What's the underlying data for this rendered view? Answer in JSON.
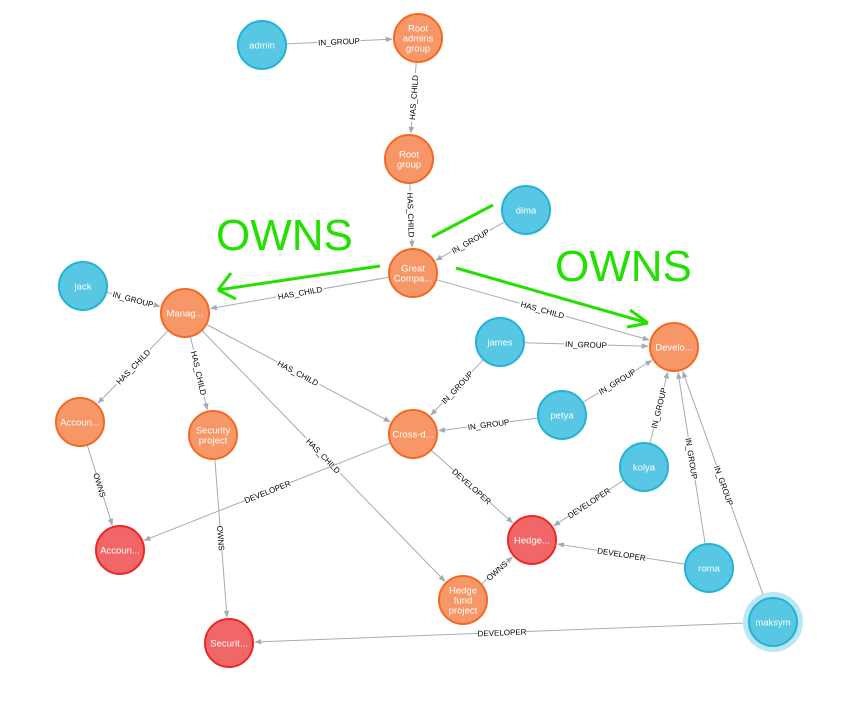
{
  "colors": {
    "person": "#57c7e3",
    "person_stroke": "#23b3d7",
    "group": "#f79767",
    "group_stroke": "#f36924",
    "resource": "#f16667",
    "resource_stroke": "#eb2728",
    "edge": "#a5abb6",
    "annotation": "#22e000",
    "selection_halo": "#bde6f3"
  },
  "nodes": [
    {
      "id": "admin",
      "label": [
        "admin"
      ],
      "kind": "person"
    },
    {
      "id": "root_admins",
      "label": [
        "Root",
        "admins",
        "group"
      ],
      "kind": "group"
    },
    {
      "id": "root_group",
      "label": [
        "Root",
        "group"
      ],
      "kind": "group"
    },
    {
      "id": "dima",
      "label": [
        "dima"
      ],
      "kind": "person"
    },
    {
      "id": "great_company",
      "label": [
        "Great",
        "Compa..."
      ],
      "kind": "group"
    },
    {
      "id": "jack",
      "label": [
        "jack"
      ],
      "kind": "person"
    },
    {
      "id": "manag",
      "label": [
        "Manag..."
      ],
      "kind": "group"
    },
    {
      "id": "develo",
      "label": [
        "Develo..."
      ],
      "kind": "group"
    },
    {
      "id": "james",
      "label": [
        "james"
      ],
      "kind": "person"
    },
    {
      "id": "petya",
      "label": [
        "petya"
      ],
      "kind": "person"
    },
    {
      "id": "accoun_group",
      "label": [
        "Accoun..."
      ],
      "kind": "group"
    },
    {
      "id": "security_project",
      "label": [
        "Security",
        "project"
      ],
      "kind": "group"
    },
    {
      "id": "cross_d",
      "label": [
        "Cross-d..."
      ],
      "kind": "group"
    },
    {
      "id": "kolya",
      "label": [
        "kolya"
      ],
      "kind": "person"
    },
    {
      "id": "accoun_res",
      "label": [
        "Accoun..."
      ],
      "kind": "resource"
    },
    {
      "id": "hedge_res",
      "label": [
        "Hedge..."
      ],
      "kind": "resource"
    },
    {
      "id": "roma",
      "label": [
        "roma"
      ],
      "kind": "person"
    },
    {
      "id": "hedge_fund_project",
      "label": [
        "Hedge",
        "fund",
        "project"
      ],
      "kind": "group"
    },
    {
      "id": "securit_res",
      "label": [
        "Securit..."
      ],
      "kind": "resource"
    },
    {
      "id": "maksym",
      "label": [
        "maksym"
      ],
      "kind": "person",
      "selected": true
    }
  ],
  "edges": [
    {
      "from": "admin",
      "to": "root_admins",
      "label": "IN_GROUP"
    },
    {
      "from": "root_admins",
      "to": "root_group",
      "label": "HAS_CHILD"
    },
    {
      "from": "root_group",
      "to": "great_company",
      "label": "HAS_CHILD"
    },
    {
      "from": "dima",
      "to": "great_company",
      "label": "IN_GROUP"
    },
    {
      "from": "great_company",
      "to": "manag",
      "label": "HAS_CHILD"
    },
    {
      "from": "great_company",
      "to": "develo",
      "label": "HAS_CHILD"
    },
    {
      "from": "jack",
      "to": "manag",
      "label": "IN_GROUP"
    },
    {
      "from": "manag",
      "to": "accoun_group",
      "label": "HAS_CHILD"
    },
    {
      "from": "manag",
      "to": "security_project",
      "label": "HAS_CHILD"
    },
    {
      "from": "manag",
      "to": "cross_d",
      "label": "HAS_CHILD"
    },
    {
      "from": "manag",
      "to": "hedge_fund_project",
      "label": "HAS_CHILD"
    },
    {
      "from": "james",
      "to": "develo",
      "label": "IN_GROUP"
    },
    {
      "from": "james",
      "to": "cross_d",
      "label": "IN_GROUP"
    },
    {
      "from": "petya",
      "to": "develo",
      "label": "IN_GROUP"
    },
    {
      "from": "petya",
      "to": "cross_d",
      "label": "IN_GROUP"
    },
    {
      "from": "kolya",
      "to": "develo",
      "label": "IN_GROUP"
    },
    {
      "from": "roma",
      "to": "develo",
      "label": "IN_GROUP"
    },
    {
      "from": "maksym",
      "to": "develo",
      "label": "IN_GROUP"
    },
    {
      "from": "accoun_group",
      "to": "accoun_res",
      "label": "OWNS"
    },
    {
      "from": "security_project",
      "to": "securit_res",
      "label": "OWNS"
    },
    {
      "from": "cross_d",
      "to": "accoun_res",
      "label": "DEVELOPER"
    },
    {
      "from": "cross_d",
      "to": "hedge_res",
      "label": "DEVELOPER"
    },
    {
      "from": "kolya",
      "to": "hedge_res",
      "label": "DEVELOPER"
    },
    {
      "from": "roma",
      "to": "hedge_res",
      "label": "DEVELOPER"
    },
    {
      "from": "hedge_fund_project",
      "to": "hedge_res",
      "label": "OWNS"
    },
    {
      "from": "maksym",
      "to": "securit_res",
      "label": "DEVELOPER"
    }
  ],
  "annotations": [
    {
      "id": "owns_left",
      "text": "OWNS"
    },
    {
      "id": "owns_right",
      "text": "OWNS"
    }
  ]
}
